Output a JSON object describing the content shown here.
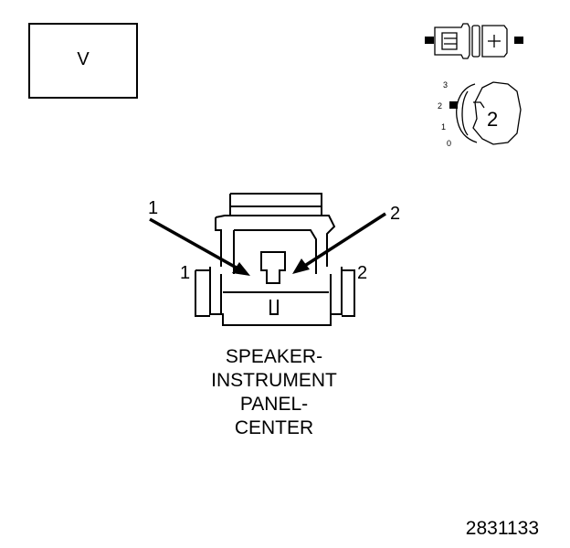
{
  "view_box": {
    "label": "V"
  },
  "connector_icon": {
    "position_labels": [
      "3",
      "2",
      "1",
      "0"
    ],
    "position_value": "2"
  },
  "callouts": {
    "pin_1_arrow_label": "1",
    "pin_2_arrow_label": "2",
    "pin_1_side_label": "1",
    "pin_2_side_label": "2"
  },
  "caption": {
    "lines": [
      "SPEAKER-",
      "INSTRUMENT",
      "PANEL-",
      "CENTER"
    ]
  },
  "reference_number": "2831133"
}
